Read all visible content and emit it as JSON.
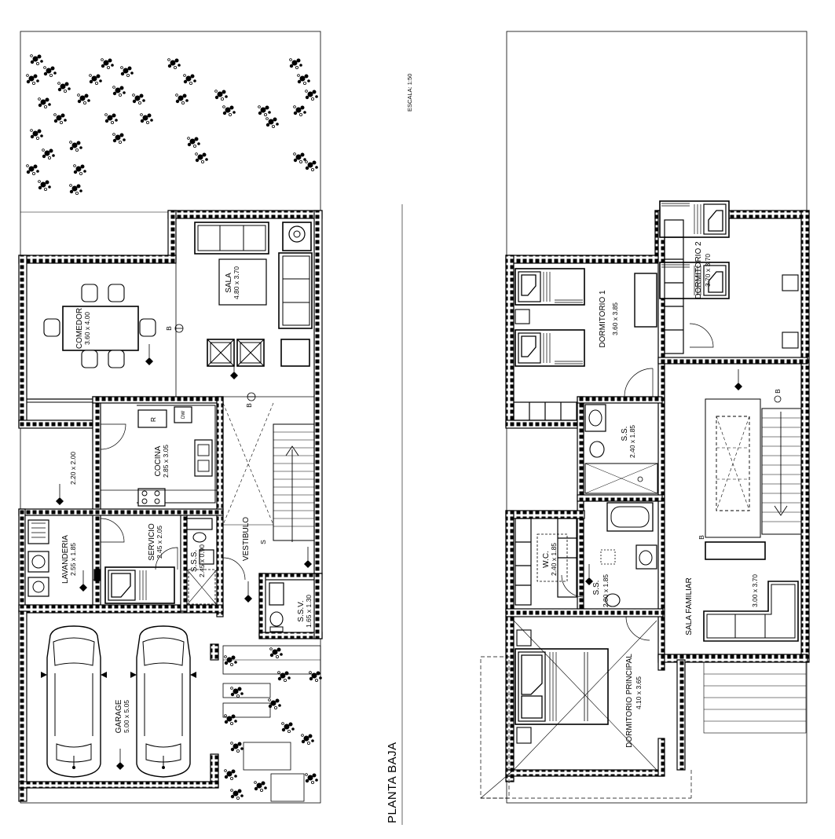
{
  "plans": {
    "ground_floor_title": "PLANTA BAJA",
    "scale": "ESCALA: 1:50"
  },
  "ground_floor": {
    "comedor": {
      "name": "COMEDOR",
      "dims": "3.60 x 4.00"
    },
    "sala": {
      "name": "SALA",
      "dims": "4.80 x 3.70"
    },
    "cocina": {
      "name": "COCINA",
      "dims": "2.85 x 3.05"
    },
    "patio": {
      "dims": "2.20 x 2.00"
    },
    "lavanderia": {
      "name": "LAVANDERIA",
      "dims": "2.55 x 1.85"
    },
    "servicio": {
      "name": "SERVICIO",
      "dims": "2.45 x 2.05"
    },
    "sss": {
      "name": "S.S.S.",
      "dims": "2.45 x 0.90"
    },
    "vestibulo": {
      "name": "VESTIBULO"
    },
    "ssv": {
      "name": "S.S.V.",
      "dims": "1.65 x 1.30"
    },
    "garage": {
      "name": "GARAGE",
      "dims": "5.00 x 5.05"
    },
    "stair_mark": "S",
    "fridge": "R",
    "dishwasher": "DW",
    "section_b": "B"
  },
  "upper_floor": {
    "dormitorio1": {
      "name": "DORMITORIO 1",
      "dims": "3.60 x 3.85"
    },
    "dormitorio2": {
      "name": "DORMITORIO 2",
      "dims": "3.70 x 3.70"
    },
    "ss1": {
      "name": "S.S.",
      "dims": "2.40 x 1.85"
    },
    "wc": {
      "name": "W.C.",
      "dims": "2.40 x 1.85"
    },
    "ss2": {
      "name": "S.S.",
      "dims": "2.80 x 1.85"
    },
    "sala_familiar": {
      "name": "SALA FAMILIAR",
      "dims": "3.00 x 3.70"
    },
    "principal": {
      "name": "DORMITORIO PRINCIPAL",
      "dims": "4.10 x 3.65"
    },
    "stair_mark": "B",
    "section_b": "B"
  }
}
